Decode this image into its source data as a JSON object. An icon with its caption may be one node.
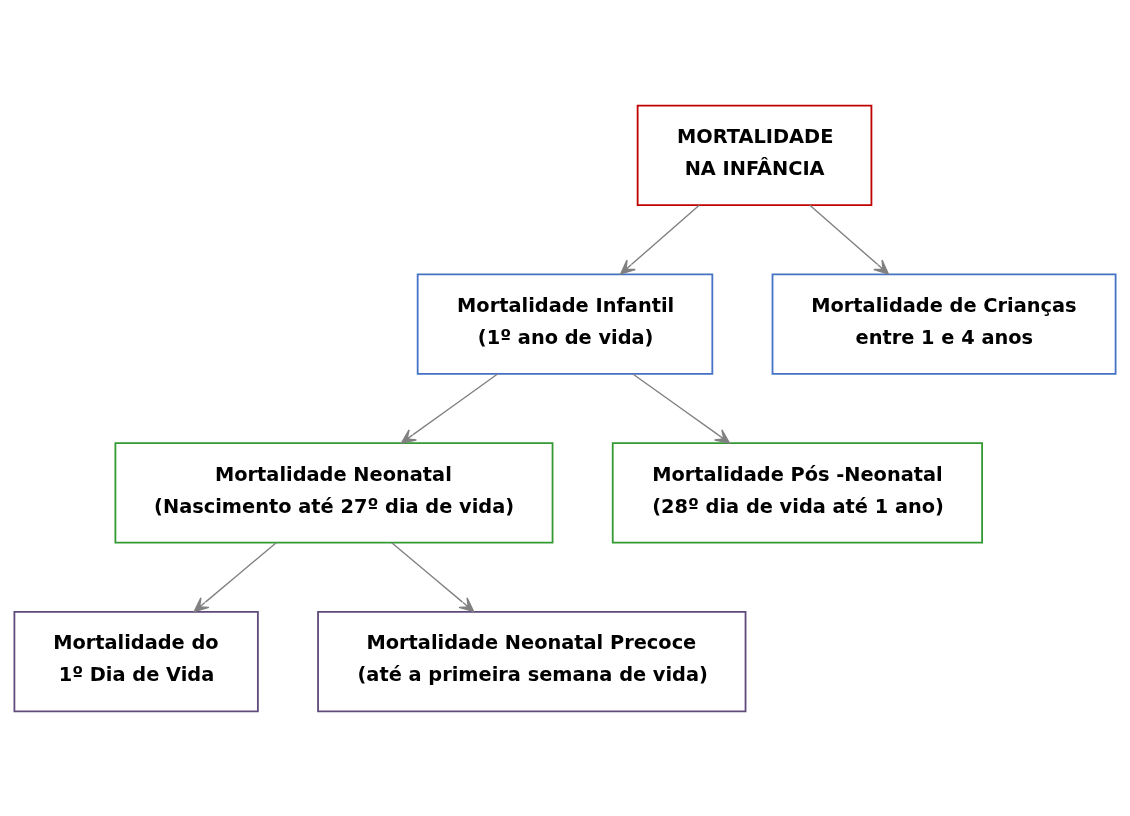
{
  "diagram": {
    "nodes": [
      {
        "text": [
          "MORTALIDADE NA INFÂNCIA"
        ]
      },
      {
        "text": [
          "Mortalidade Infantil",
          "(1º ano de vida)"
        ]
      },
      {
        "text": [
          "Mortalidade de Crianças entre 1 e 4 anos"
        ]
      },
      {
        "text": [
          "Mortalidade Neonatal",
          "(Nascimento até 27º dia de vida)"
        ]
      },
      {
        "text": [
          "Mortalidade Pós -Neonatal",
          "(28º dia de vida até 1 ano)"
        ]
      },
      {
        "text": [
          "Mortalidade do 1º Dia de Vida"
        ]
      },
      {
        "text": [
          "Mortalidade Neonatal Precoce",
          "(até a primeira semana de vida)"
        ]
      }
    ],
    "edges": [
      {
        "from": 0,
        "to": 1,
        "arrow": "to"
      },
      {
        "from": 0,
        "to": 2,
        "arrow": "to"
      },
      {
        "from": 1,
        "to": 3,
        "arrow": "to"
      },
      {
        "from": 1,
        "to": 4,
        "arrow": "to"
      },
      {
        "from": 3,
        "to": 5,
        "arrow": "to"
      },
      {
        "from": 3,
        "to": 6,
        "arrow": "to"
      }
    ]
  }
}
